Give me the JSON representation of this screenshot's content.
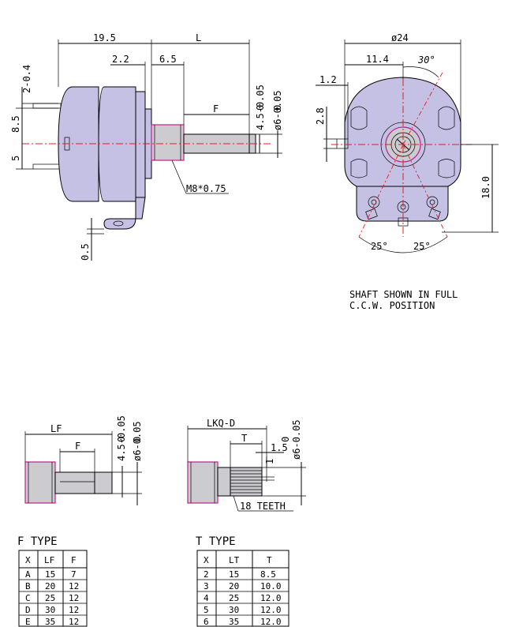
{
  "side_view": {
    "dim_19_5": "19.5",
    "dim_L": "L",
    "dim_2_2": "2.2",
    "dim_6_5": "6.5",
    "dim_2_0_4": "2-0.4",
    "dim_8_5": "8.5",
    "dim_5": "5",
    "dim_F": "F",
    "dim_4_5": "4.5-0.05",
    "dim_4_5_zero": "0",
    "dim_6": "ø6-0.05",
    "dim_6_zero": "0",
    "thread": "M8*0.75",
    "dim_0_5": "0.5"
  },
  "front_view": {
    "dim_24": "ø24",
    "dim_11_4": "11.4",
    "angle_30": "30°",
    "dim_1_2": "1.2",
    "dim_2_8": "2.8",
    "dim_18": "18.0",
    "angle_25_left": "25°",
    "angle_25_right": "25°"
  },
  "note": {
    "line1": "SHAFT SHOWN IN FULL",
    "line2": "C.C.W. POSITION"
  },
  "f_shaft": {
    "dim_LF": "LF",
    "dim_F": "F",
    "dim_4_5": "4.5-0.05",
    "dim_4_5_zero": "0",
    "dim_6": "ø6-0.05",
    "dim_6_zero": "0"
  },
  "t_shaft": {
    "dim_LKQ": "LKQ-D",
    "dim_T": "T",
    "dim_1_5": "1.5",
    "dim_1": "1",
    "dim_6": "ø6-0.05",
    "dim_6_zero": "0",
    "teeth": "18 TEETH"
  },
  "f_table": {
    "title": "F TYPE",
    "headers": [
      "X",
      "LF",
      "F"
    ],
    "rows": [
      [
        "A",
        "15",
        "7"
      ],
      [
        "B",
        "20",
        "12"
      ],
      [
        "C",
        "25",
        "12"
      ],
      [
        "D",
        "30",
        "12"
      ],
      [
        "E",
        "35",
        "12"
      ]
    ]
  },
  "t_table": {
    "title": "T TYPE",
    "headers": [
      "X",
      "LT",
      "T"
    ],
    "rows": [
      [
        "2",
        "15",
        "8.5"
      ],
      [
        "3",
        "20",
        "10.0"
      ],
      [
        "4",
        "25",
        "12.0"
      ],
      [
        "5",
        "30",
        "12.0"
      ],
      [
        "6",
        "35",
        "12.0"
      ]
    ]
  },
  "colors": {
    "body": "#c4c1e4",
    "centerline": "#e02020",
    "shaft_outline": "#c0208a"
  }
}
